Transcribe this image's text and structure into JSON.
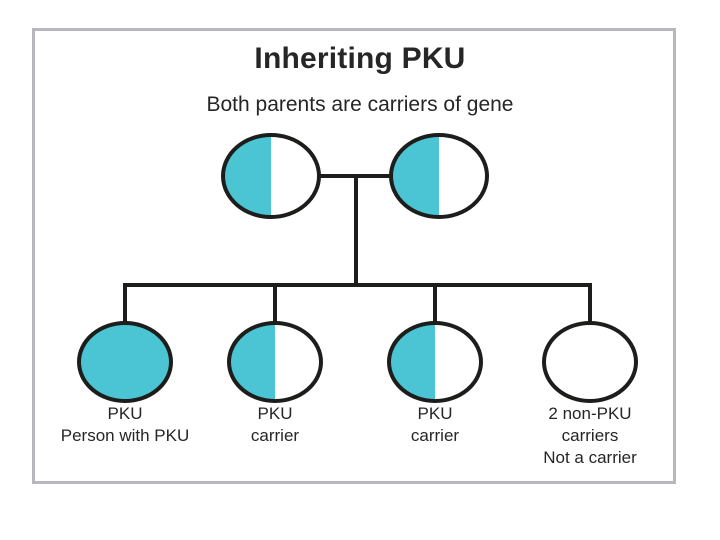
{
  "colors": {
    "accent_teal": "#4bc4d4",
    "line": "#1d1d1b",
    "box_border": "#b7b7be",
    "text": "#262626"
  },
  "diagram": {
    "title": "Inheriting PKU",
    "subtitle": "Both parents are carriers of gene",
    "legend_note": "",
    "parents": [
      {
        "id": "parent-1",
        "fill": "half",
        "meaning": "carrier parent"
      },
      {
        "id": "parent-2",
        "fill": "half",
        "meaning": "carrier parent"
      }
    ],
    "children": [
      {
        "id": "child-1",
        "fill": "full",
        "label_lines": [
          "PKU",
          "Person with PKU"
        ]
      },
      {
        "id": "child-2",
        "fill": "half",
        "label_lines": [
          "PKU",
          "carrier"
        ]
      },
      {
        "id": "child-3",
        "fill": "half",
        "label_lines": [
          "PKU",
          "carrier"
        ]
      },
      {
        "id": "child-4",
        "fill": "none",
        "label_lines": [
          "2 non-PKU",
          "carriers",
          "Not a carrier"
        ]
      }
    ]
  }
}
